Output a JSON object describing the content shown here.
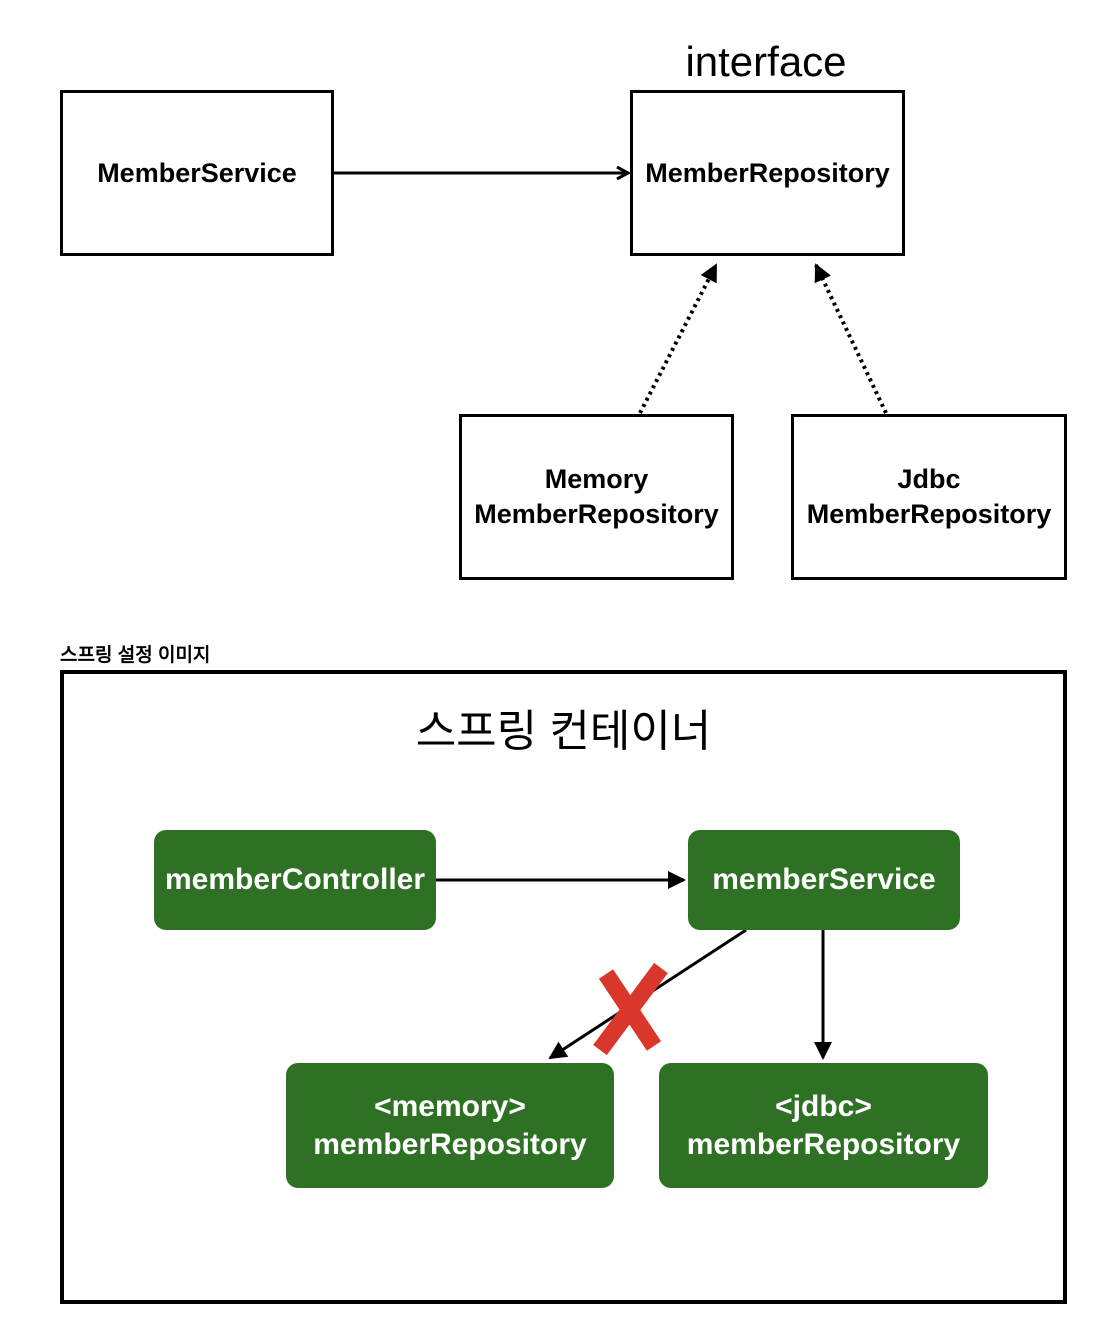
{
  "top_diagram": {
    "interface_label": "interface",
    "member_service": "MemberService",
    "member_repository": "MemberRepository",
    "memory_repo": {
      "line1": "Memory",
      "line2": "MemberRepository"
    },
    "jdbc_repo": {
      "line1": "Jdbc",
      "line2": "MemberRepository"
    }
  },
  "section_title": "스프링 설정 이미지",
  "spring_diagram": {
    "container_title": "스프링 컨테이너",
    "member_controller": "memberController",
    "member_service": "memberService",
    "memory_repo": {
      "line1": "<memory>",
      "line2": "memberRepository"
    },
    "jdbc_repo": {
      "line1": "<jdbc>",
      "line2": "memberRepository"
    }
  },
  "colors": {
    "bean_green": "#2f7124",
    "cross_red": "#d9372b"
  }
}
